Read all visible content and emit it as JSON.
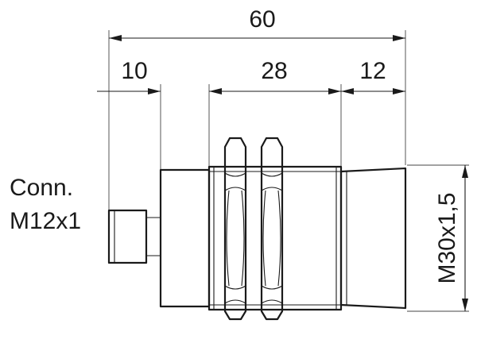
{
  "dimensions": {
    "overall_length": "60",
    "connector_length": "10",
    "thread_length": "28",
    "cap_length": "12",
    "thread_size": "M30x1,5"
  },
  "connector_label": {
    "line1": "Conn.",
    "line2": "M12x1"
  }
}
